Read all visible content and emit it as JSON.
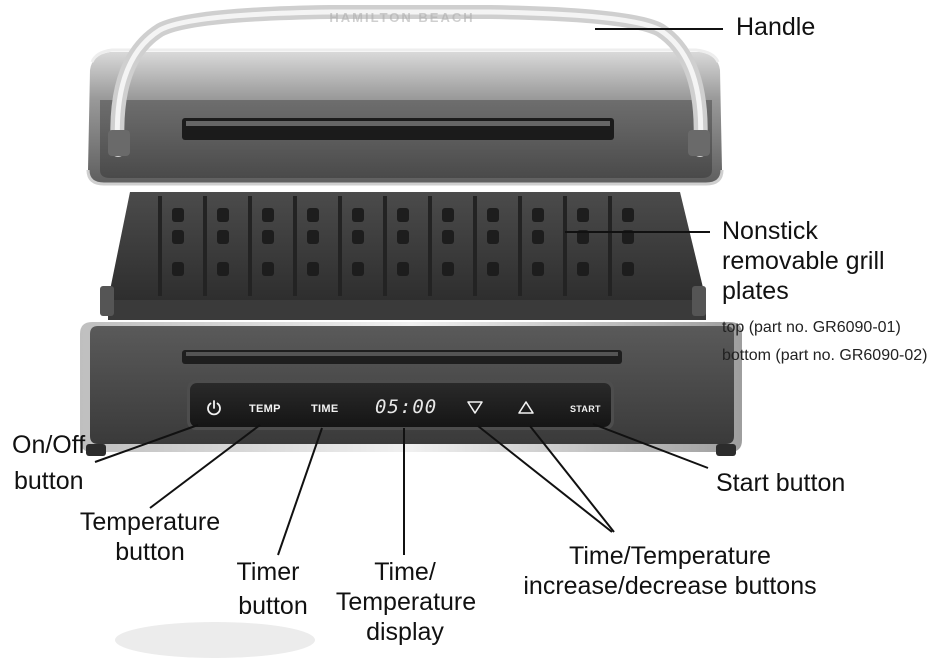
{
  "labels": {
    "handle": "Handle",
    "grill_plates": [
      "Nonstick",
      "removable grill",
      "plates"
    ],
    "part_top": "top (part no. GR6090-01)",
    "part_bottom": "bottom (part no. GR6090-02)",
    "onoff": [
      "On/Off",
      "button"
    ],
    "temperature": [
      "Temperature",
      "button"
    ],
    "timer": [
      "Timer",
      "button"
    ],
    "display": [
      "Time/",
      "Temperature",
      "display"
    ],
    "arrows": [
      "Time/Temperature",
      "increase/decrease buttons"
    ],
    "start": "Start button"
  },
  "control_panel": {
    "power_icon": "power-icon",
    "temp": "TEMP",
    "time": "TIME",
    "display_value": "05:00",
    "down_icon": "triangle-down-icon",
    "up_icon": "triangle-up-icon",
    "start": "START"
  },
  "lid_logo": "HAMILTON BEACH"
}
